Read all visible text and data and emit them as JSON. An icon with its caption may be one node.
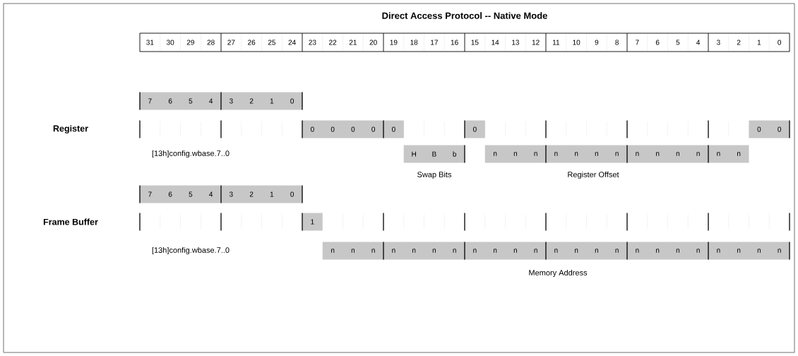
{
  "diagram": {
    "title": "Direct Access Protocol -- Native Mode",
    "nodes": [
      {
        "text": [
          "7",
          "6",
          "5",
          "4"
        ]
      },
      {
        "text": [
          "3",
          "2",
          "1",
          "0"
        ]
      },
      {
        "text": [
          "0",
          "0",
          "0",
          "0"
        ]
      },
      {
        "text": [
          "0"
        ]
      },
      {
        "text": [
          "0"
        ]
      },
      {
        "text": [
          "0",
          "0"
        ]
      },
      {
        "text": [
          "H",
          "B",
          "b"
        ]
      },
      {
        "text": [
          "n",
          "n",
          "n"
        ]
      },
      {
        "text": [
          "n",
          "n",
          "n",
          "n"
        ]
      },
      {
        "text": [
          "n",
          "n",
          "n",
          "n"
        ]
      },
      {
        "text": [
          "n",
          "n"
        ]
      },
      {
        "text": [
          "7",
          "6",
          "5",
          "4"
        ]
      },
      {
        "text": [
          "3",
          "2",
          "1",
          "0"
        ]
      },
      {
        "text": [
          "1"
        ]
      },
      {
        "text": [
          "n",
          "n",
          "n"
        ]
      },
      {
        "text": [
          "n",
          "n",
          "n",
          "n"
        ]
      },
      {
        "text": [
          "n",
          "n",
          "n",
          "n"
        ]
      },
      {
        "text": [
          "n",
          "n",
          "n",
          "n"
        ]
      },
      {
        "text": [
          "n",
          "n",
          "n",
          "n"
        ]
      },
      {
        "text": [
          "n",
          "n",
          "n",
          "n"
        ]
      }
    ],
    "labels": [
      "31",
      "30",
      "29",
      "28",
      "27",
      "26",
      "25",
      "24",
      "23",
      "22",
      "21",
      "20",
      "19",
      "18",
      "17",
      "16",
      "15",
      "14",
      "13",
      "12",
      "11",
      "10",
      "9",
      "8",
      "7",
      "6",
      "5",
      "4",
      "3",
      "2",
      "1",
      "0",
      "Register",
      "[13h]config.wbase.7..0",
      "Swap Bits",
      "Register Offset",
      "Frame Buffer",
      "[13h]config.wbase.7..0",
      "Memory Address"
    ]
  }
}
